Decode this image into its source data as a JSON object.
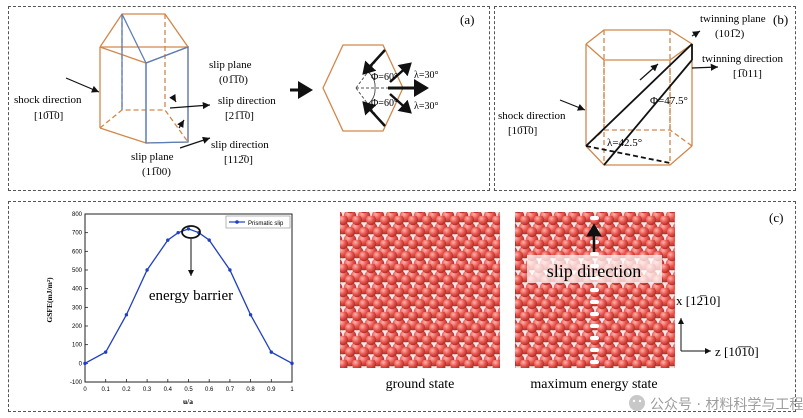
{
  "panel_a": {
    "tag": "(a)",
    "shock_direction": "shock direction",
    "shock_direction_index": "[10̅1̅0]",
    "slip_plane_1": "slip plane",
    "slip_plane_1_index": "(01̅1̅0)",
    "slip_direction_1": "slip direction",
    "slip_direction_1_index": "[21̅1̅0]",
    "slip_direction_2": "slip direction",
    "slip_direction_2_index": "[112̅0]",
    "slip_plane_2": "slip plane",
    "slip_plane_2_index": "(11̅00)",
    "phi_top": "Φ=60°",
    "phi_bottom": "Φ=60°",
    "lambda_top": "λ=30°",
    "lambda_bottom": "λ=30°"
  },
  "panel_b": {
    "tag": "(b)",
    "twinning_plane": "twinning plane",
    "twinning_plane_index": "(101̅2)",
    "twinning_direction": "twinning direction",
    "twinning_direction_index": "[1̅011]",
    "shock_direction": "shock direction",
    "shock_direction_index": "[10̅1̅0]",
    "phi": "Φ=47.5°",
    "lambda": "λ=42.5°"
  },
  "panel_c": {
    "tag": "(c)",
    "energy_barrier": "energy barrier",
    "ground_state": "ground state",
    "maximum_energy_state": "maximum energy state",
    "slip_direction": "slip direction",
    "x_axis": "x [12̅10]",
    "z_axis": "z [10̅1̅0]"
  },
  "watermark": "公众号 · 材料科学与工程",
  "colors": {
    "hexagon_edges": "#d2874a",
    "slip_plane_edges": "#5b7fb5",
    "curve": "#1f3fbf",
    "atom": "#e05050"
  },
  "chart_data": {
    "type": "line",
    "xlabel": "u/a",
    "ylabel": "GSFE(mJ/m²)",
    "xlim": [
      0,
      1
    ],
    "ylim": [
      -100,
      800
    ],
    "xticks": [
      "0",
      "0.1",
      "0.2",
      "0.3",
      "0.4",
      "0.5",
      "0.6",
      "0.7",
      "0.8",
      "0.9",
      "1"
    ],
    "yticks": [
      "-100",
      "0",
      "100",
      "200",
      "300",
      "400",
      "500",
      "600",
      "700",
      "800"
    ],
    "legend_position": "top-right",
    "series": [
      {
        "name": "Prismatic slip",
        "x": [
          0,
          0.1,
          0.2,
          0.3,
          0.4,
          0.45,
          0.5,
          0.55,
          0.6,
          0.7,
          0.8,
          0.9,
          1.0
        ],
        "y": [
          0,
          60,
          260,
          500,
          660,
          700,
          720,
          700,
          660,
          500,
          260,
          60,
          0
        ]
      }
    ]
  }
}
